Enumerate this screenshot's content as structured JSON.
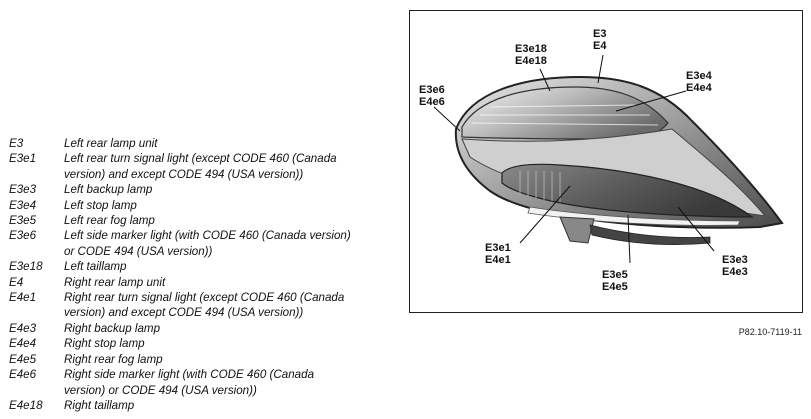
{
  "legend": [
    {
      "code": "E3",
      "desc": [
        "Left rear lamp unit"
      ]
    },
    {
      "code": "E3e1",
      "desc": [
        "Left rear turn signal light (except CODE 460 (Canada",
        "version) and except CODE 494 (USA version))"
      ]
    },
    {
      "code": "E3e3",
      "desc": [
        "Left backup lamp"
      ]
    },
    {
      "code": "E3e4",
      "desc": [
        "Left stop lamp"
      ]
    },
    {
      "code": "E3e5",
      "desc": [
        "Left rear fog lamp"
      ]
    },
    {
      "code": "E3e6",
      "desc": [
        "Left side marker light (with CODE 460 (Canada version)",
        "or CODE 494 (USA version))"
      ]
    },
    {
      "code": "E3e18",
      "desc": [
        "Left taillamp"
      ]
    },
    {
      "code": "E4",
      "desc": [
        "Right rear lamp unit"
      ]
    },
    {
      "code": "E4e1",
      "desc": [
        "Right rear turn signal light (except CODE 460 (Canada",
        "version) and except CODE 494 (USA version))"
      ]
    },
    {
      "code": "E4e3",
      "desc": [
        "Right backup lamp"
      ]
    },
    {
      "code": "E4e4",
      "desc": [
        "Right stop lamp"
      ]
    },
    {
      "code": "E4e5",
      "desc": [
        "Right rear fog lamp"
      ]
    },
    {
      "code": "E4e6",
      "desc": [
        "Right side marker light (with CODE 460 (Canada",
        "version) or CODE 494 (USA version))"
      ]
    },
    {
      "code": "E4e18",
      "desc": [
        "Right taillamp"
      ]
    }
  ],
  "figure": {
    "callouts": {
      "unit": [
        "E3",
        "E4"
      ],
      "tail": [
        "E3e18",
        "E4e18"
      ],
      "stop": [
        "E3e4",
        "E4e4"
      ],
      "marker": [
        "E3e6",
        "E4e6"
      ],
      "turn": [
        "E3e1",
        "E4e1"
      ],
      "fog": [
        "E3e5",
        "E4e5"
      ],
      "backup": [
        "E3e3",
        "E4e3"
      ]
    },
    "reference": "P82.10-7119-11"
  }
}
